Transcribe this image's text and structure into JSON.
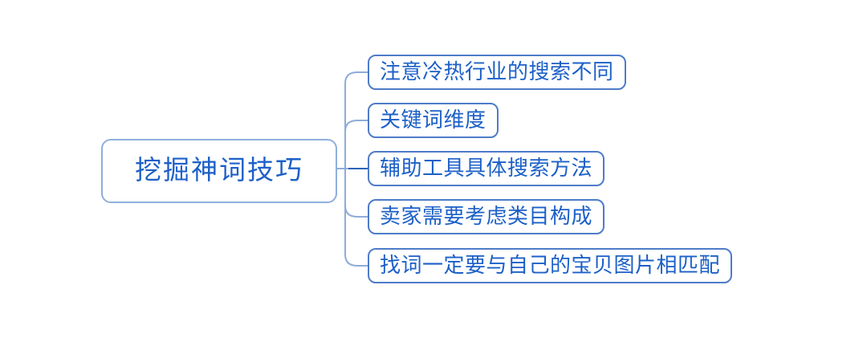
{
  "mindmap": {
    "root": {
      "label": "挖掘神词技巧"
    },
    "subtopics": [
      {
        "label": "注意冷热行业的搜索不同"
      },
      {
        "label": "关键词维度"
      },
      {
        "label": "辅助工具具体搜索方法"
      },
      {
        "label": "卖家需要考虑类目构成"
      },
      {
        "label": "找词一定要与自己的宝贝图片相匹配"
      }
    ],
    "colors": {
      "background": "#ffffff",
      "root_border": "#8fafdd",
      "subtopic_border": "#4e7cc8",
      "connector": "#8facd8",
      "connector_accent": "#2e63b8",
      "text": "#1c60c8"
    }
  }
}
